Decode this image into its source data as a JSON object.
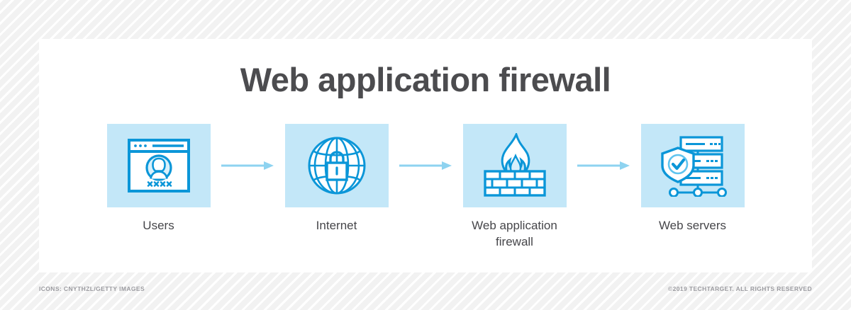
{
  "title": "Web application firewall",
  "theme": {
    "tile_background": "#c3e7f8",
    "icon_stroke": "#0b96d8",
    "icon_stroke_light": "#7fcdf0",
    "arrow_color": "#8ed3f0",
    "title_color": "#4c4c4f",
    "label_color": "#46464a",
    "card_background": "#ffffff",
    "page_background": "#f4f4f4",
    "footer_color": "#9b9ba0"
  },
  "flow": {
    "nodes": [
      {
        "id": "users",
        "label": "Users",
        "icon": "browser-user-login-icon"
      },
      {
        "id": "internet",
        "label": "Internet",
        "icon": "globe-padlock-icon"
      },
      {
        "id": "waf",
        "label": "Web application firewall",
        "icon": "brick-wall-flame-icon"
      },
      {
        "id": "servers",
        "label": "Web servers",
        "icon": "server-rack-shield-icon"
      }
    ],
    "connectors": [
      {
        "id": "arrow-1",
        "icon": "arrow-right-icon"
      },
      {
        "id": "arrow-2",
        "icon": "arrow-right-icon"
      },
      {
        "id": "arrow-3",
        "icon": "arrow-right-icon"
      }
    ]
  },
  "footer": {
    "credit": "ICONS: CNYTHZL/GETTY IMAGES",
    "copyright": "©2019 TECHTARGET. ALL RIGHTS RESERVED"
  }
}
